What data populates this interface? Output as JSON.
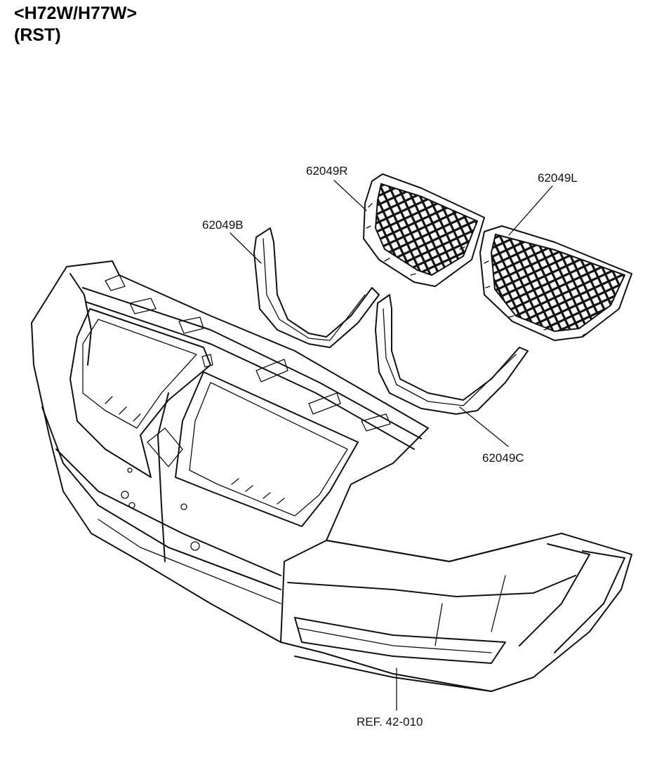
{
  "header": {
    "model": "<H72W/H77W>",
    "variant": "(RST)"
  },
  "parts": [
    {
      "id": "62049R"
    },
    {
      "id": "62049L"
    },
    {
      "id": "62049B"
    },
    {
      "id": "62049C"
    }
  ],
  "reference": "REF. 42-010"
}
